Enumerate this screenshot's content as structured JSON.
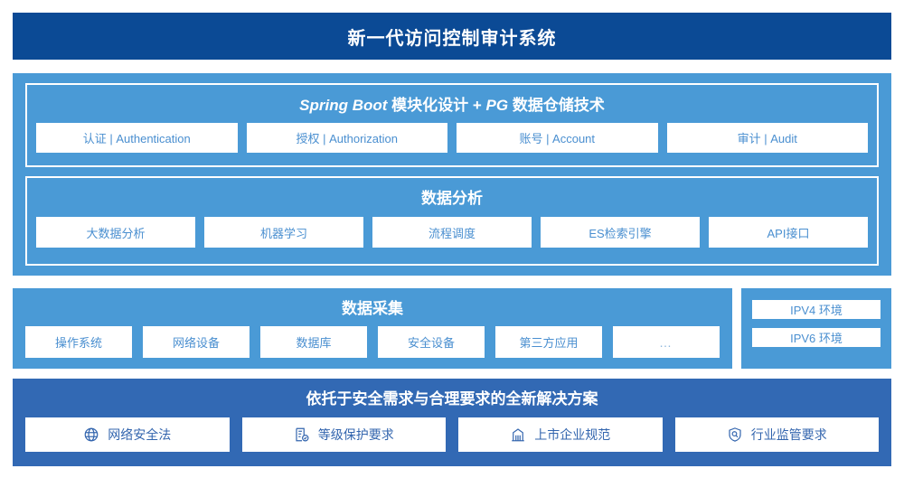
{
  "header": {
    "title": "新一代访问控制审计系统"
  },
  "platform": {
    "framework": {
      "title_prefix_latin": "Spring Boot",
      "title_middle": " 模块化设计 + ",
      "title_latin2": "PG",
      "title_suffix": " 数据仓储技术",
      "title_full": "Spring Boot 模块化设计 + PG 数据仓储技术",
      "modules": [
        {
          "label": "认证 | Authentication"
        },
        {
          "label": "授权 | Authorization"
        },
        {
          "label": "账号 | Account"
        },
        {
          "label": "审计 | Audit"
        }
      ]
    },
    "analysis": {
      "title": "数据分析",
      "modules": [
        {
          "label": "大数据分析"
        },
        {
          "label": "机器学习"
        },
        {
          "label": "流程调度"
        },
        {
          "label": "ES检索引擎"
        },
        {
          "label": "API接口"
        }
      ]
    }
  },
  "collection": {
    "title": "数据采集",
    "sources": [
      {
        "label": "操作系统"
      },
      {
        "label": "网络设备"
      },
      {
        "label": "数据库"
      },
      {
        "label": "安全设备"
      },
      {
        "label": "第三方应用"
      },
      {
        "label": "…"
      }
    ]
  },
  "environment": {
    "items": [
      {
        "label": "IPV4 环境"
      },
      {
        "label": "IPV6 环境"
      }
    ]
  },
  "compliance": {
    "title": "依托于安全需求与合理要求的全新解决方案",
    "items": [
      {
        "label": "网络安全法",
        "icon": "globe-icon"
      },
      {
        "label": "等级保护要求",
        "icon": "document-check-icon"
      },
      {
        "label": "上市企业规范",
        "icon": "bank-building-icon"
      },
      {
        "label": "行业监管要求",
        "icon": "shield-search-icon"
      }
    ]
  },
  "colors": {
    "title_bar": "#0b4a95",
    "panel_light_blue": "#4a9ad6",
    "panel_medium_blue": "#3269b4",
    "chip_background": "#ffffff",
    "chip_text_blue": "#4a8fd0",
    "compliance_text_blue": "#3365ae",
    "page_background": "#ffffff"
  }
}
